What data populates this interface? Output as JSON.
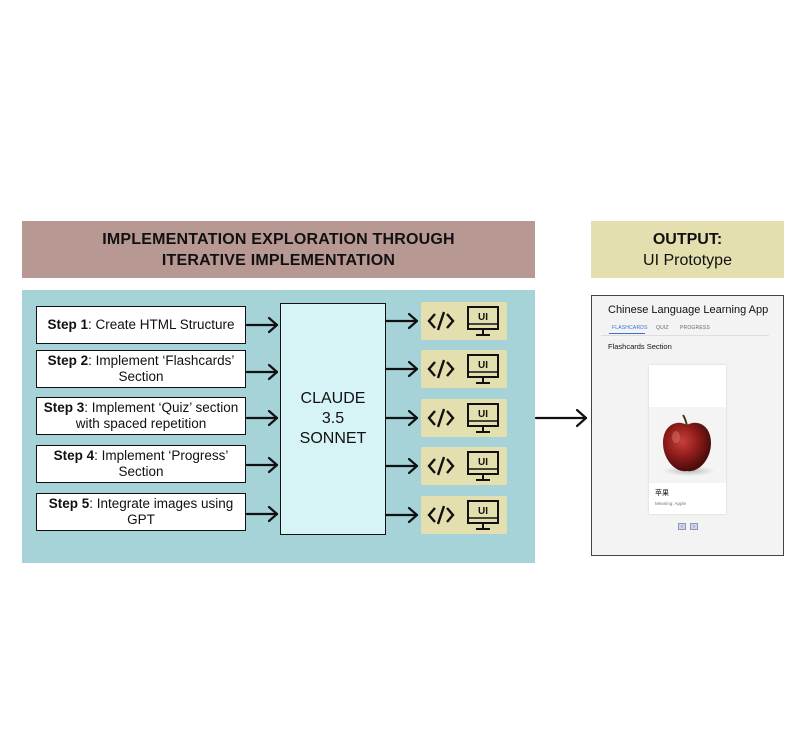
{
  "left_header": {
    "line1": "IMPLEMENTATION EXPLORATION THROUGH",
    "line2": "ITERATIVE IMPLEMENTATION"
  },
  "right_header": {
    "line1": "OUTPUT:",
    "line2": "UI Prototype"
  },
  "steps": [
    {
      "bold": "Step 1",
      "text": ": Create HTML Structure"
    },
    {
      "bold": "Step 2",
      "text": ": Implement ‘Flashcards’ Section"
    },
    {
      "bold": "Step 3",
      "text": ": Implement ‘Quiz’ section with spaced repetition"
    },
    {
      "bold": "Step 4",
      "text": ": Implement ‘Progress’ Section"
    },
    {
      "bold": "Step 5",
      "text": ": Integrate images using GPT"
    }
  ],
  "model": {
    "line1": "CLAUDE",
    "line2": "3.5",
    "line3": "SONNET"
  },
  "ui_icon_label": "UI",
  "prototype": {
    "title": "Chinese Language Learning App",
    "tabs": [
      "FLASHCARDS",
      "QUIZ",
      "PROGRESS"
    ],
    "section_title": "Flashcards Section",
    "card_word": "苹果",
    "card_meaning": "Meaning: Apple",
    "nav_prev": "‹",
    "nav_next": "›"
  },
  "colors": {
    "left_header_bg": "#b89892",
    "right_header_bg": "#e3dfae",
    "panel_bg": "#a5d3d8",
    "model_bg": "#d6f4f6",
    "ui_icon_bg": "#e3dfae"
  }
}
